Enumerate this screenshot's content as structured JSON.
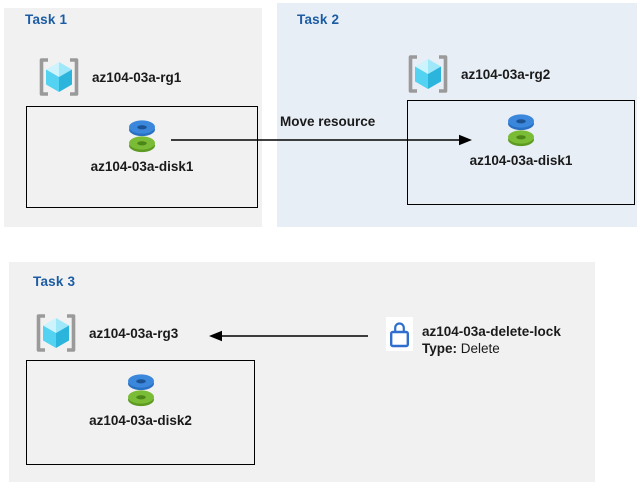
{
  "diagram": {
    "tasks": [
      {
        "title": "Task 1",
        "resource_group": "az104-03a-rg1",
        "disk": "az104-03a-disk1"
      },
      {
        "title": "Task 2",
        "resource_group": "az104-03a-rg2",
        "disk": "az104-03a-disk1"
      },
      {
        "title": "Task 3",
        "resource_group": "az104-03a-rg3",
        "disk": "az104-03a-disk2"
      }
    ],
    "move_arrow_label": "Move resource",
    "lock": {
      "name": "az104-03a-delete-lock",
      "type_label": "Type:",
      "type_value": "Delete"
    },
    "icons": {
      "resource_group": "resource-group-icon (gray brackets around cyan cube)",
      "disk": "managed-disk-icon (blue disc stacked on green disc)",
      "lock": "lock-icon (blue outline padlock on white square)",
      "arrows": "black line arrows with solid triangular heads"
    },
    "colors": {
      "panel_gray": "#f1f1f2",
      "panel_blue": "#e7eef6",
      "title_blue": "#1b5ca3",
      "label_black": "#1a1a1a",
      "disk_blue": "#3b87dc",
      "disk_blue_hole": "#1d5293",
      "disk_green": "#7abc35",
      "disk_green_hole": "#4c8518",
      "cube_light": "#cdf3fd",
      "cube_mid": "#9fe8fa",
      "cube_left": "#53d3f1",
      "cube_right": "#2bb5dd",
      "bracket_gray": "#9a9a9a",
      "lock_blue": "#2e6fce",
      "arrow_black": "#000000",
      "box_border": "#000000"
    }
  }
}
